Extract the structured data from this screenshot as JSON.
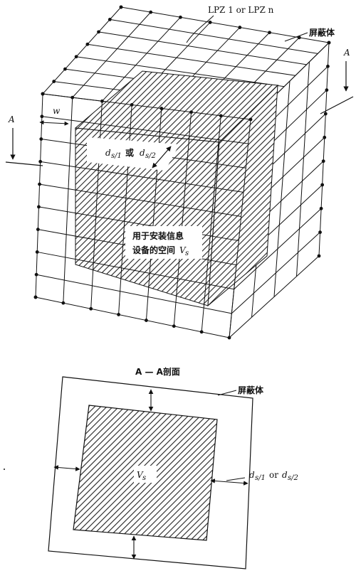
{
  "top_diagram": {
    "zone_label": "LPZ 1 or LPZ n",
    "shield_label": "屏蔽体",
    "section_mark": "A",
    "section_mark_right": "A",
    "mesh_width": "w",
    "distance_label_d1": "d",
    "distance_label_d1_sub": "s/1",
    "distance_label_or": "或",
    "distance_label_d2": "d",
    "distance_label_d2_sub": "s/2",
    "volume_line1": "用于安装信息",
    "volume_line2_text": "设备的空间",
    "volume_line2_var": "V",
    "volume_line2_sub": "s"
  },
  "bottom_diagram": {
    "section_title": "A — A剖面",
    "shield_label": "屏蔽体",
    "volume_label": "V",
    "volume_sub": "s",
    "distance_label_d1": "d",
    "distance_label_d1_sub": "s/1",
    "distance_label_or": "or",
    "distance_label_d2": "d",
    "distance_label_d2_sub": "s/2"
  }
}
